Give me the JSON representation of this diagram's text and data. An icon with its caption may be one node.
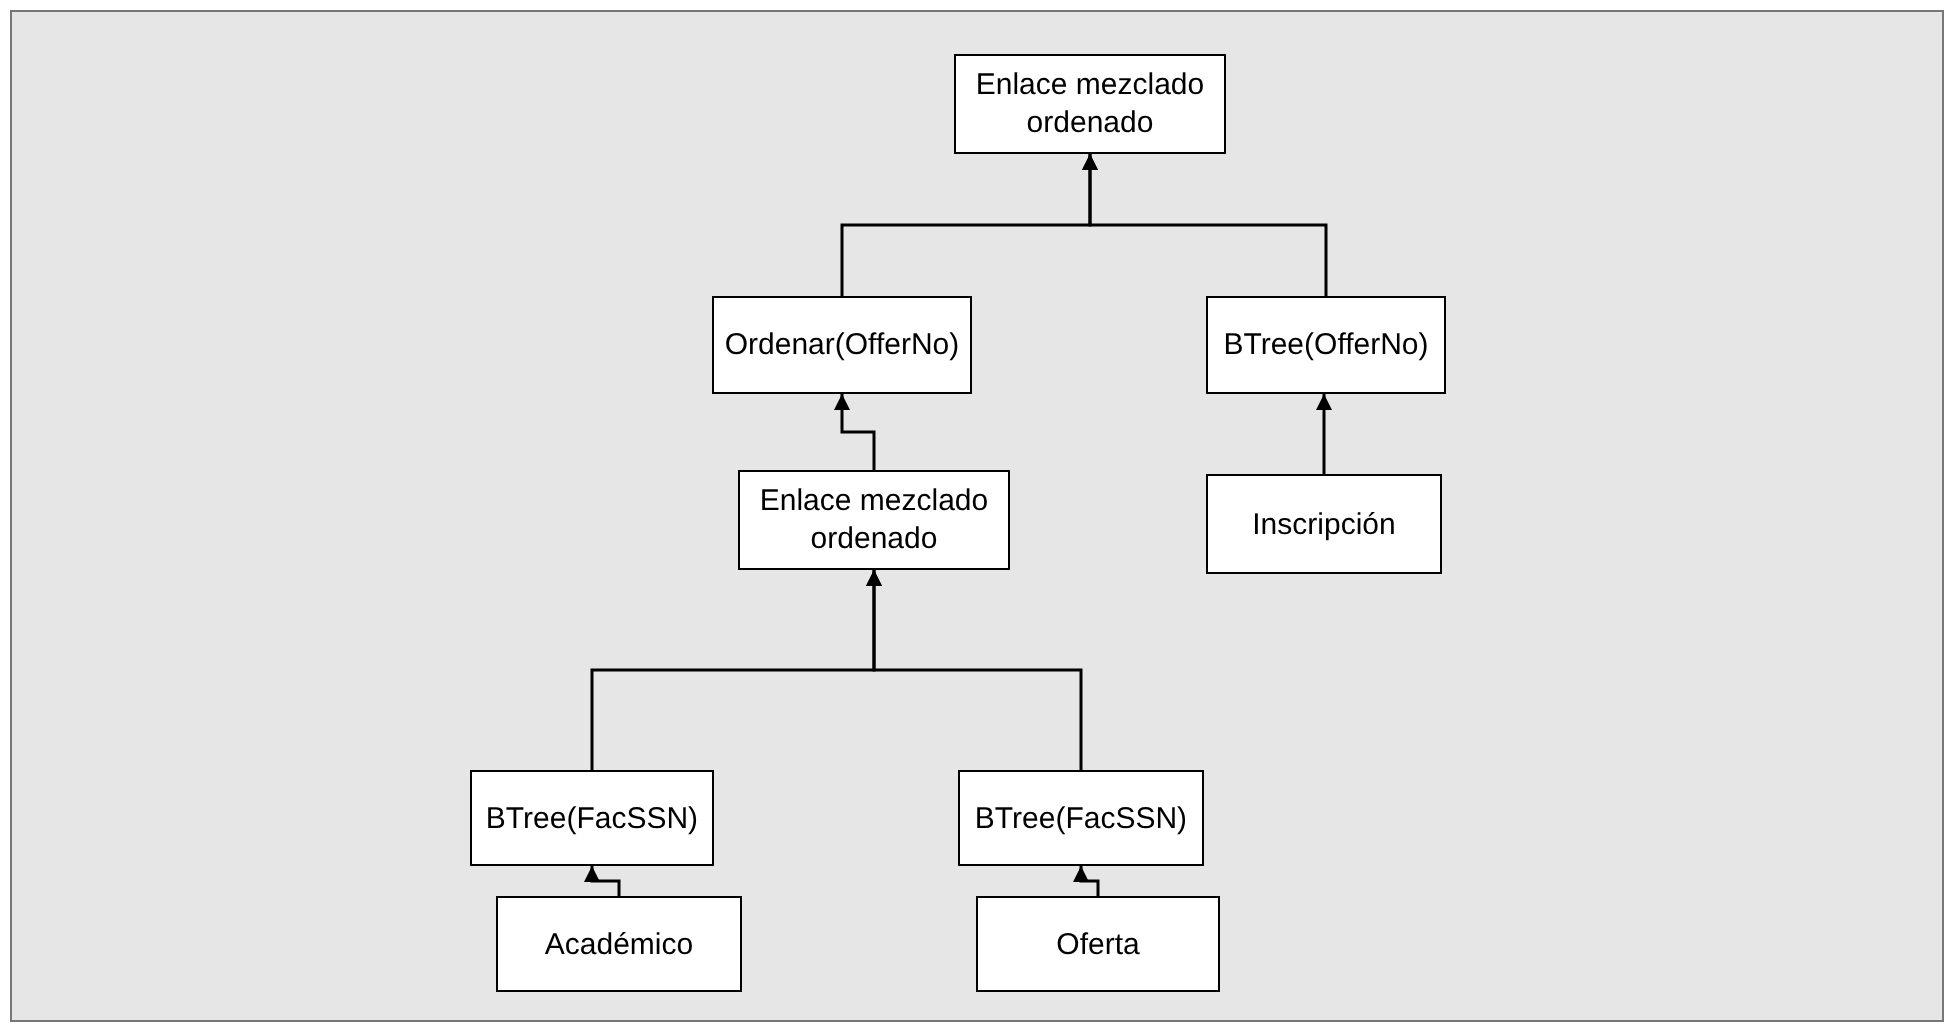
{
  "diagram": {
    "nodes": [
      {
        "text": [
          "Enlace mezclado ordenado"
        ]
      },
      {
        "text": [
          "Ordenar(OfferNo)"
        ]
      },
      {
        "text": [
          "BTree(OfferNo)"
        ]
      },
      {
        "text": [
          "Enlace mezclado ordenado"
        ]
      },
      {
        "text": [
          "Inscripción"
        ]
      },
      {
        "text": [
          "BTree(FacSSN)"
        ]
      },
      {
        "text": [
          "BTree(FacSSN)"
        ]
      },
      {
        "text": [
          "Académico"
        ]
      },
      {
        "text": [
          "Oferta"
        ]
      }
    ],
    "edges": [
      {
        "from": 1,
        "to": 0,
        "arrow": "to"
      },
      {
        "from": 2,
        "to": 0,
        "arrow": "to"
      },
      {
        "from": 3,
        "to": 1,
        "arrow": "to"
      },
      {
        "from": 4,
        "to": 2,
        "arrow": "to"
      },
      {
        "from": 5,
        "to": 3,
        "arrow": "to"
      },
      {
        "from": 6,
        "to": 3,
        "arrow": "to"
      },
      {
        "from": 7,
        "to": 5,
        "arrow": "to"
      },
      {
        "from": 8,
        "to": 6,
        "arrow": "to"
      }
    ]
  }
}
